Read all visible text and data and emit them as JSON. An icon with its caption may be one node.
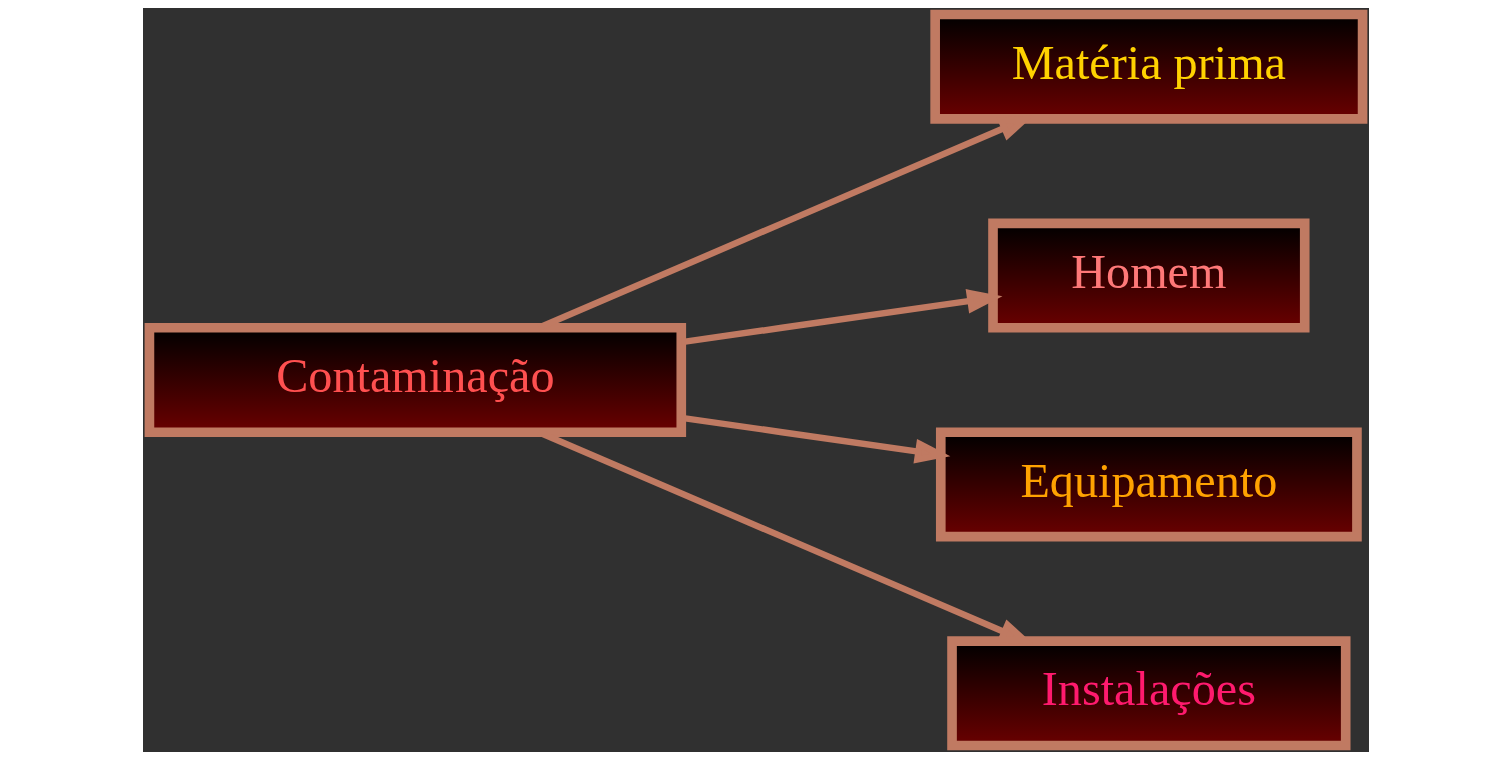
{
  "diagram": {
    "nodes": [
      {
        "text": [
          "Contaminação"
        ]
      },
      {
        "text": [
          "Matéria prima"
        ]
      },
      {
        "text": [
          "Homem"
        ]
      },
      {
        "text": [
          "Equipamento"
        ]
      },
      {
        "text": [
          "Instalações"
        ]
      }
    ],
    "edges": [
      {
        "from": 0,
        "to": 1,
        "arrow": "to"
      },
      {
        "from": 0,
        "to": 2,
        "arrow": "to"
      },
      {
        "from": 0,
        "to": 3,
        "arrow": "to"
      },
      {
        "from": 0,
        "to": 4,
        "arrow": "to"
      }
    ]
  }
}
